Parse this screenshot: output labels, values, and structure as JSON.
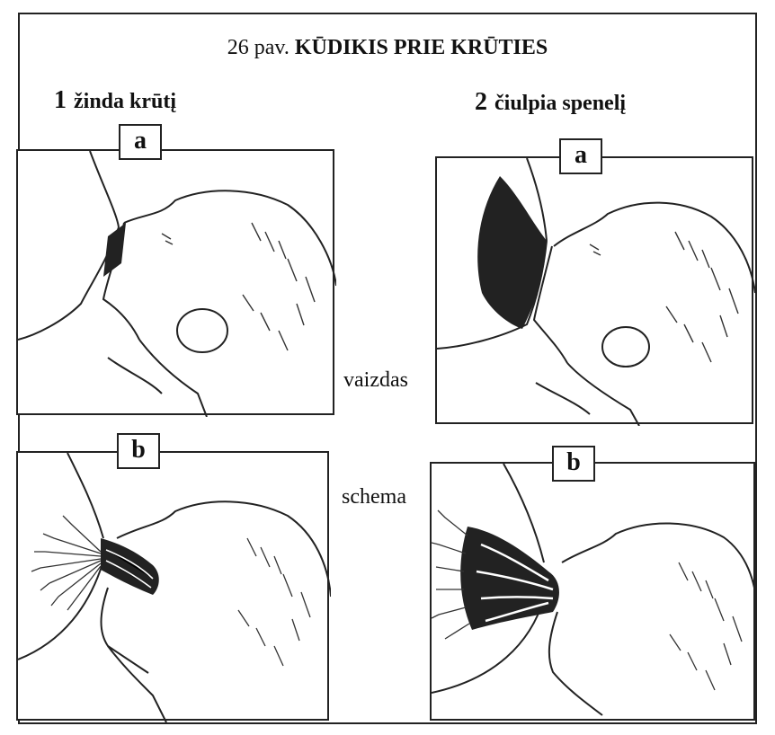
{
  "title": {
    "prefix": "26 pav.",
    "bold": "KŪDIKIS PRIE KRŪTIES"
  },
  "columns": [
    {
      "number": "1",
      "label": "žinda krūtį"
    },
    {
      "number": "2",
      "label": "čiulpia spenelį"
    }
  ],
  "panel_tags": {
    "top": "a",
    "bottom": "b"
  },
  "middle_labels": {
    "view": "vaizdas",
    "scheme": "schema"
  }
}
